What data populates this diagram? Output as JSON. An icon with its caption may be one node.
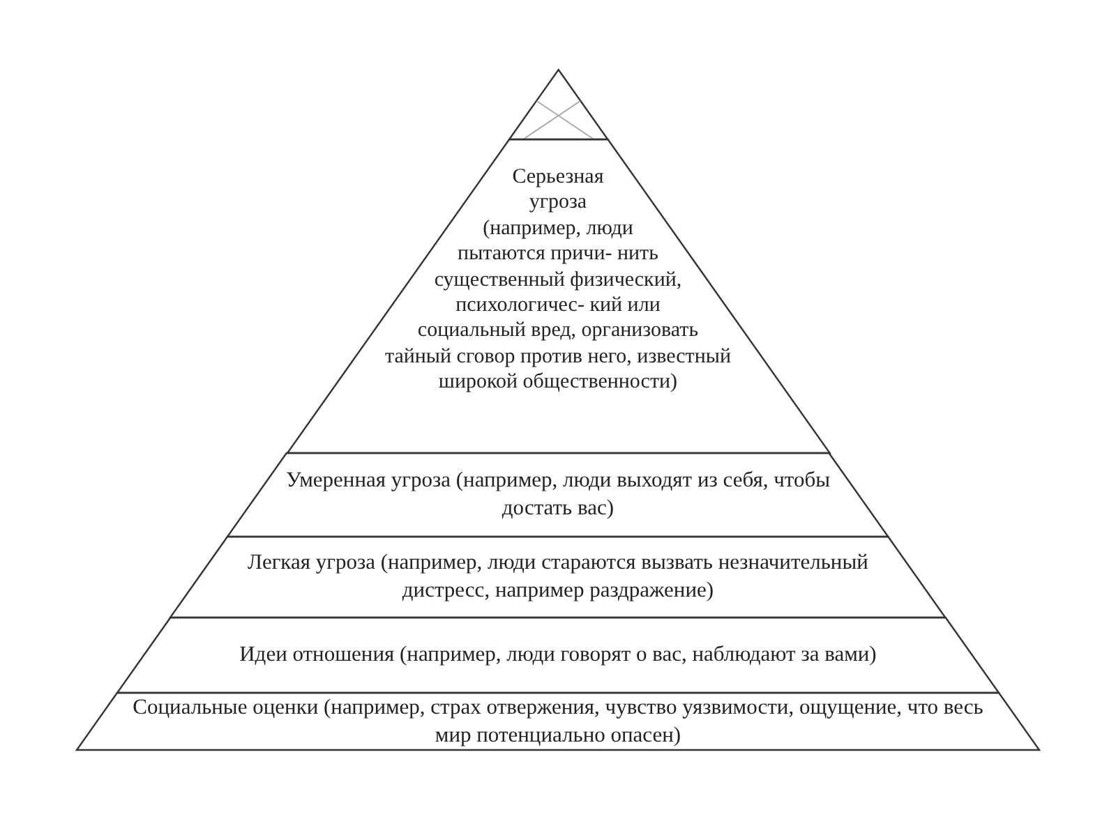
{
  "diagram": {
    "nodes": [
      {
        "text": [],
        "shape": "triangle"
      },
      {
        "text": [
          "Серьезная угроза (например, люди пытаются причи- нить существенный физический, психологичес- кий или социальный вред, организовать тайный сговор против него, известный широкой общественности)"
        ]
      },
      {
        "text": [
          "Умеренная угроза (например, люди выходят из себя, чтобы достать вас)"
        ]
      },
      {
        "text": [
          "Легкая угроза (например, люди стараются вызвать незначительный дистресс, например раздражение)"
        ]
      },
      {
        "text": [
          "Идеи отношения (например, люди говорят о вас, наблюдают за вами)"
        ]
      },
      {
        "text": [
          "Социальные оценки (например, страх отвержения, чувство уязвимости, ощущение, что весь мир потенциально опасен)"
        ]
      }
    ]
  }
}
